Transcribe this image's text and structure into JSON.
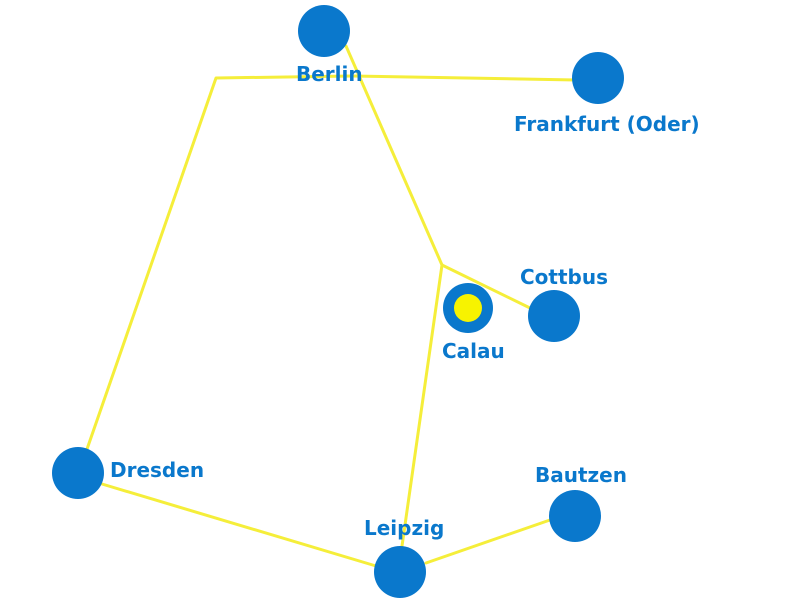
{
  "colors": {
    "background": "#ffffff",
    "road": "#f5ee3a",
    "city": "#0a78cc",
    "label": "#0a78cc",
    "highlight": "#f7f300"
  },
  "cities": {
    "berlin": {
      "name": "Berlin"
    },
    "frankfurt": {
      "name": "Frankfurt (Oder)"
    },
    "cottbus": {
      "name": "Cottbus"
    },
    "calau": {
      "name": "Calau",
      "highlighted": true
    },
    "dresden": {
      "name": "Dresden"
    },
    "leipzig": {
      "name": "Leipzig"
    },
    "bautzen": {
      "name": "Bautzen"
    }
  }
}
